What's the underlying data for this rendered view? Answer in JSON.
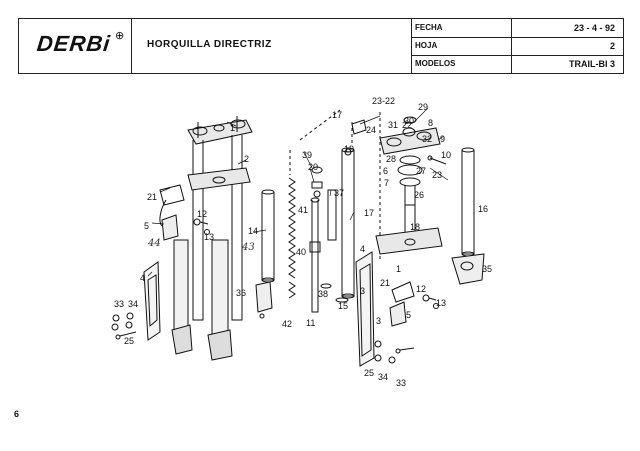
{
  "brand": {
    "name": "DERBi",
    "mark": "⊕"
  },
  "header": {
    "title": "HORQUILLA DIRECTRIZ",
    "fecha_label": "FECHA",
    "fecha_value": "23 - 4 - 92",
    "hoja_label": "HOJA",
    "hoja_value": "2",
    "modelos_label": "MODELOS",
    "modelos_value": "TRAIL-BI 3"
  },
  "page_number": "6",
  "annotations": {
    "handwritten_a": "44",
    "handwritten_b": "43"
  },
  "callouts": [
    "1",
    "2",
    "3",
    "4",
    "5",
    "6",
    "7",
    "8",
    "9",
    "10",
    "11",
    "12",
    "13",
    "14",
    "15",
    "16",
    "17",
    "17",
    "18",
    "19",
    "20",
    "21",
    "22",
    "23",
    "23-22",
    "24",
    "25",
    "26",
    "27",
    "28",
    "29",
    "30",
    "31",
    "32",
    "33",
    "34",
    "35",
    "36",
    "37",
    "38",
    "39",
    "40",
    "41",
    "42",
    "1",
    "4",
    "5",
    "12",
    "13",
    "21",
    "25",
    "33",
    "34",
    "3"
  ]
}
